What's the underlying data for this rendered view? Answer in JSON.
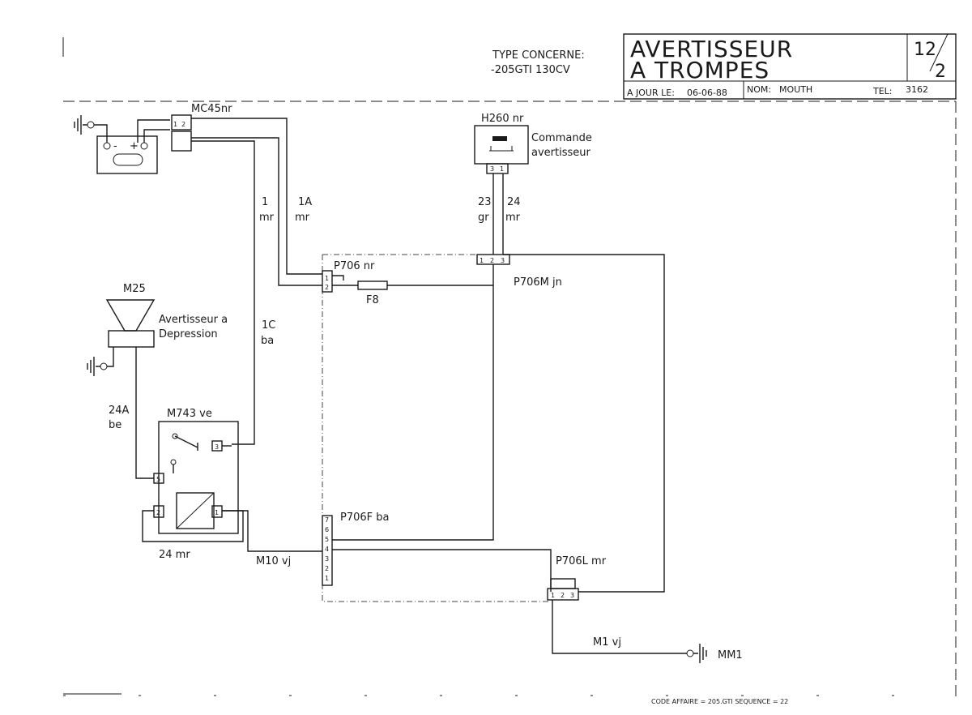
{
  "title_block": {
    "type_label": "TYPE CONCERNE:",
    "type_value": "-205GTI 130CV",
    "title_line1": "AVERTISSEUR",
    "title_line2": "A TROMPES",
    "page_num": "12",
    "page_sub": "2",
    "date_label": "A JOUR LE:",
    "date_value": "06-06-88",
    "name_label": "NOM:",
    "name_value": "MOUTH",
    "tel_label": "TEL:",
    "tel_value": "3162"
  },
  "components": {
    "mc45": "MC45nr",
    "h260": "H260 nr",
    "h260_desc1": "Commande",
    "h260_desc2": "avertisseur",
    "m25": "M25",
    "m25_desc1": "Avertisseur a",
    "m25_desc2": "Depression",
    "m743": "M743 ve",
    "p706": "P706 nr",
    "p706m": "P706M jn",
    "p706f": "P706F ba",
    "p706l": "P706L mr",
    "fuse": "F8",
    "mm1": "MM1"
  },
  "wires": {
    "w1_num": "1",
    "w1_col": "mr",
    "w1a_num": "1A",
    "w1a_col": "mr",
    "w1c_num": "1C",
    "w1c_col": "ba",
    "w23_num": "23",
    "w23_col": "gr",
    "w24_num": "24",
    "w24_col": "mr",
    "w24a_num": "24A",
    "w24a_col": "be",
    "w24mr": "24 mr",
    "m10": "M10 vj",
    "m1": "M1 vj"
  },
  "pins": {
    "mc45_pins": [
      "1",
      "2"
    ],
    "h260_pins": [
      "3",
      "1"
    ],
    "p706_pins": [
      "1",
      "2"
    ],
    "p706m_pins": [
      "1",
      "2",
      "3"
    ],
    "p706f_pins": [
      "1",
      "2",
      "3",
      "4",
      "5",
      "6",
      "7"
    ],
    "p706l_pins": [
      "1",
      "2",
      "3"
    ],
    "m743_pin3": "3",
    "m743_pin5": "5",
    "m743_pin2": "2",
    "m743_pin1": "1"
  },
  "battery": {
    "minus": "-",
    "plus": "+"
  },
  "footer": "CODE AFFAIRE = 205.GTI SEQUENCE = 22"
}
